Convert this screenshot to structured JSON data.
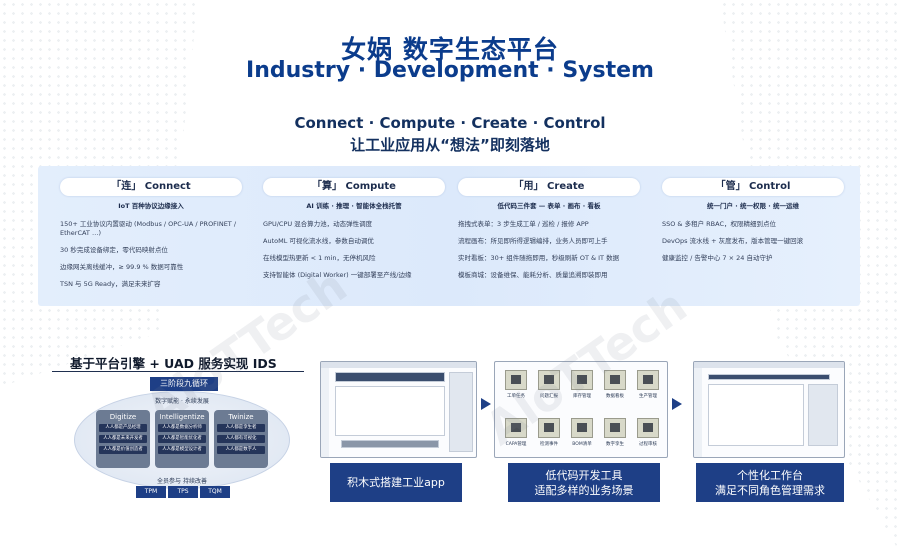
{
  "header": {
    "title_cn": "女娲 数字生态平台",
    "title_en": "Industry · Development · System",
    "tagline_en": "Connect · Compute · Create · Control",
    "tagline_cn": "让工业应用从“想法”即刻落地"
  },
  "columns": [
    {
      "label": "「连」 Connect",
      "tag": "IoT 百种协议边缘接入",
      "items": [
        "150+ 工业协议内置驱动 (Modbus / OPC-UA / PROFINET / EtherCAT …)",
        "30 秒完成设备绑定，零代码映射点位",
        "边缘网关离线缓冲，≥ 99.9 % 数据可靠性",
        "TSN 与 5G Ready，满足未来扩容"
      ]
    },
    {
      "label": "「算」 Compute",
      "tag": "AI 训练 · 推理 · 智能体全栈托管",
      "items": [
        "GPU/CPU 混合算力池，动态弹性调度",
        "AutoML 可视化流水线，参数自动调优",
        "在线模型热更新 < 1 min，无停机风险",
        "支持智能体 (Digital Worker) 一键部署至产线/边缘"
      ]
    },
    {
      "label": "「用」 Create",
      "tag": "低代码三件套 — 表单 · 画布 · 看板",
      "items": [
        "拖拽式表单：3 步生成工单 / 巡检 / 报修 APP",
        "流程画布：所见即所得逻辑编排，业务人员即可上手",
        "实时看板：30+ 组件随拖即用，秒级刷新 OT & IT 数据",
        "模板商城：设备维保、能耗分析、质量追溯即装即用"
      ]
    },
    {
      "label": "「管」 Control",
      "tag": "统一门户 · 统一权限 · 统一运维",
      "items": [
        "SSO & 多租户 RBAC，权限精细到点位",
        "DevOps 流水线 + 灰度发布，版本管理一键回滚",
        "健康监控 / 告警中心 7 × 24 自动守护"
      ]
    }
  ],
  "platform": {
    "title": "基于平台引擎 + UAD 服务实现 IDS",
    "cycle": "三阶段九循环",
    "growth": "数字赋能 · 永续发展",
    "improve": "全员参与 持续改善",
    "stages": [
      {
        "name": "Digitize",
        "rows": [
          "人人都是产品经理",
          "人人都是未来开发者",
          "人人都是价值创造者"
        ]
      },
      {
        "name": "Intelligentize",
        "rows": [
          "人人都是数据分析师",
          "人人都是智能优化者",
          "人人都是模型设计者"
        ]
      },
      {
        "name": "Twinize",
        "rows": [
          "人人都是孪生者",
          "人人都有可视化",
          "人人都是数字人"
        ]
      }
    ],
    "methods": [
      "TPM",
      "TPS",
      "TQM"
    ]
  },
  "tiles": [
    {
      "label": "工单任务"
    },
    {
      "label": "问题汇报"
    },
    {
      "label": "库存管理"
    },
    {
      "label": "数据看板"
    },
    {
      "label": "生产管理"
    },
    {
      "label": "CAPA管理"
    },
    {
      "label": "检测事件"
    },
    {
      "label": "BOM清单"
    },
    {
      "label": "数字孪生"
    },
    {
      "label": "过程审核"
    }
  ],
  "captions": [
    {
      "lines": [
        "积木式搭建工业app"
      ]
    },
    {
      "lines": [
        "低代码开发工具",
        "适配多样的业务场景"
      ]
    },
    {
      "lines": [
        "个性化工作台",
        "满足不同角色管理需求"
      ]
    }
  ],
  "watermark": "AloTTech",
  "colors": {
    "primary": "#1e3f86",
    "band": "#dce9fb",
    "title": "#0b3c8c"
  }
}
